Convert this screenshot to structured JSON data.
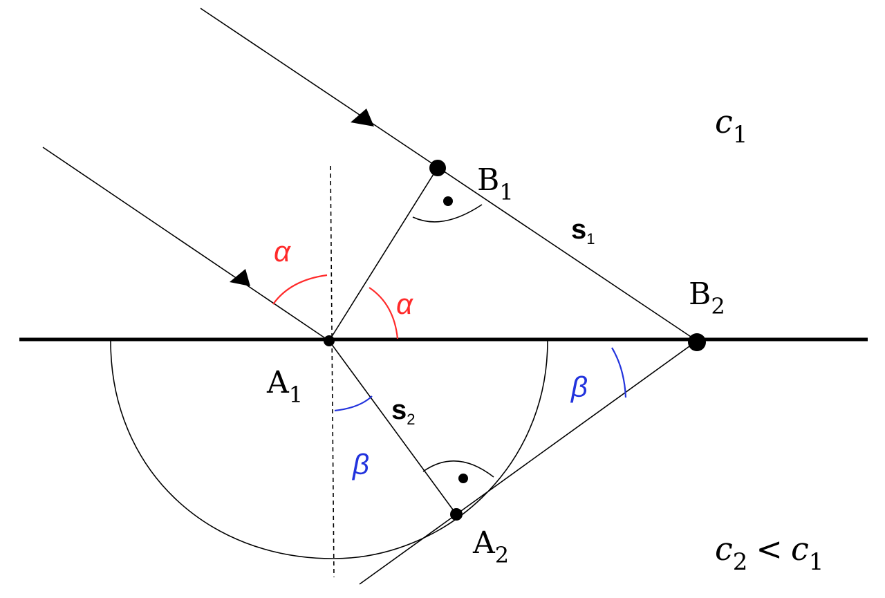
{
  "points": {
    "A1": {
      "letter": "A",
      "sub": "1"
    },
    "A2": {
      "letter": "A",
      "sub": "2"
    },
    "B1": {
      "letter": "B",
      "sub": "1"
    },
    "B2": {
      "letter": "B",
      "sub": "2"
    }
  },
  "segments": {
    "s1": {
      "letter": "s",
      "sub": "1"
    },
    "s2": {
      "letter": "s",
      "sub": "2"
    }
  },
  "angles": {
    "alpha": "α",
    "beta": "β"
  },
  "media": {
    "c1": {
      "letter": "c",
      "sub": "1"
    },
    "c2_relation": {
      "left_letter": "c",
      "left_sub": "2",
      "op": "<",
      "right_letter": "c",
      "right_sub": "1"
    }
  },
  "colors": {
    "ink": "#000000",
    "alpha": "#ff2a2a",
    "beta": "#2233dd"
  }
}
